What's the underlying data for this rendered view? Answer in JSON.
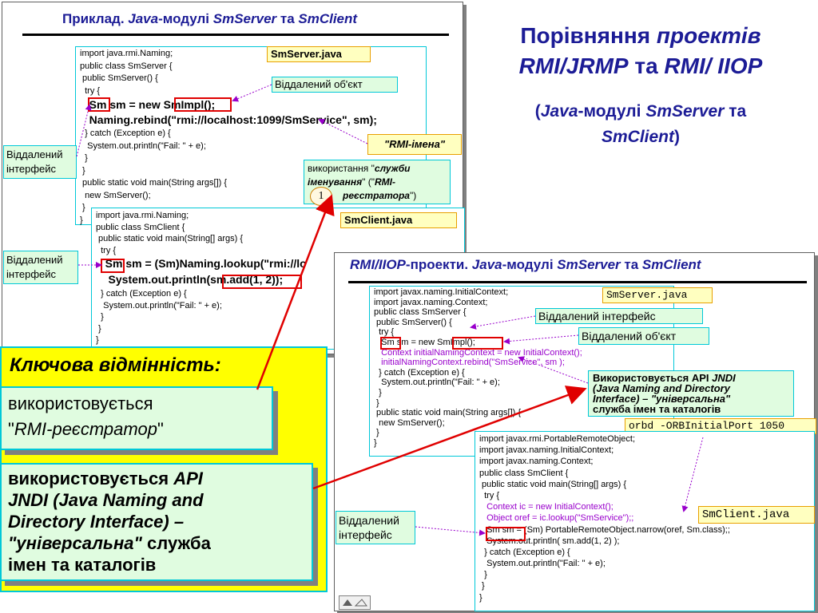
{
  "rmi_panel": {
    "title": {
      "prefix": "Приклад. ",
      "java": "Java",
      "mid": "-модулі ",
      "server": "SmServer",
      "and": " та ",
      "client": "SmClient"
    },
    "server_code": [
      "import java.rmi.Naming;",
      "public class SmServer {",
      " public SmServer() {",
      "  try {",
      "   Sm sm = new SmImpl();",
      "   Naming.rebind(\"rmi://localhost:1099/SmService\", sm);",
      "  } catch (Exception e) {",
      "   System.out.println(\"Fail: \" + e);",
      "  }",
      " }",
      " public static void main(String args[]) {",
      "  new SmServer();",
      " }",
      "}"
    ],
    "client_code": [
      "import java.rmi.Naming;",
      "public class SmClient {",
      " public static void main(String[] args) {",
      "  try {",
      "   Sm sm = (Sm)Naming.lookup(\"rmi://lo",
      "    System.out.println(sm.add(1, 2));",
      "  } catch (Exception e) {",
      "   System.out.println(\"Fail: \" + e);",
      "  }",
      " }",
      "}"
    ],
    "smserver_label": "SmServer.java",
    "smclient_label": "SmClient.java",
    "remote_object": "Віддалений об'єкт",
    "rmi_names": "\"RMI-імена\"",
    "remote_iface_1": [
      "Віддалений",
      "інтерфейс"
    ],
    "remote_iface_2": [
      "Віддалений",
      "інтерфейс"
    ],
    "naming_note": {
      "line1a": "використання \"",
      "line1b": "служби",
      "line2a": "іменування",
      "line2b": "\" (\"",
      "line2c": "RMI-",
      "line3": "реєстратора",
      "line3b": "\")"
    },
    "circle_num": "1"
  },
  "main_title": {
    "line1a": "Порівняння ",
    "line1b": "проектів",
    "line2a": "RMI/JRMP",
    "line2b": " та ",
    "line2c": "RMI/ IIOP",
    "sub1a": "(",
    "sub1b": "Java",
    "sub1c": "-модулі ",
    "sub1d": "SmServer",
    "sub1e": " та",
    "sub2a": "SmClient",
    "sub2b": ")"
  },
  "iiop_panel": {
    "title": {
      "a": "RMI/IIOP",
      "b": "-проекти. ",
      "c": "Java",
      "d": "-модулі ",
      "e": "SmServer",
      "f": " та ",
      "g": "SmClient"
    },
    "server_code": [
      "import javax.naming.InitialContext;",
      "import javax.naming.Context;",
      "public class SmServer {",
      " public SmServer() {",
      "  try {",
      "   Sm sm = new SmImpl();",
      "   Context initialNamingContext = new InitialContext();",
      "   initialNamingContext.rebind(\"SmService\", sm );",
      "  } catch (Exception e) {",
      "   System.out.println(\"Fail: \" + e);",
      "  }",
      " }",
      " public static void main(String args[]) {",
      "  new SmServer();",
      " }",
      "}"
    ],
    "client_code": [
      "import javax.rmi.PortableRemoteObject;",
      "import javax.naming.InitialContext;",
      "import javax.naming.Context;",
      "public class SmClient {",
      " public static void main(String[] args) {",
      "  try {",
      "   Context ic = new InitialContext();",
      "   Object oref = ic.lookup(\"SmService\");;",
      "   Sm sm = (Sm) PortableRemoteObject.narrow(oref, Sm.class);;",
      "   System.out.println( sm.add(1, 2) );",
      "  } catch (Exception e) {",
      "   System.out.println(\"Fail: \" + e);",
      "  }",
      " }",
      "}"
    ],
    "smserver_label": "SmServer.java",
    "smclient_label": "SmClient.java",
    "remote_iface": "Віддалений інтерфейс",
    "remote_object": "Віддалений об'єкт",
    "remote_iface_client": [
      "Віддалений",
      "інтерфейс"
    ],
    "api_note": [
      "Використовується API ",
      "JNDI",
      "(Java Naming and Directory",
      "Interface) – \"універсальна\"",
      "служба імен та каталогів"
    ],
    "orbd_cmd": "orbd -ORBInitialPort 1050"
  },
  "key_box": {
    "title": "Ключова відмінність:",
    "item1": {
      "line1": "використовується",
      "q1": "\"",
      "term": "RMI-реєстратор",
      "q2": "\""
    },
    "item2": {
      "a": "використовується ",
      "b": "API",
      "c": "JNDI (Java Naming and",
      "d": "Directory Interface) –",
      "e": "\"універсальна\"",
      "f": " служба",
      "g": "імен та каталогів"
    }
  },
  "colors": {
    "title_blue": "#1c1c96",
    "callout_green": "#e0fce0",
    "tag_yellow": "#ffffc0",
    "key_yellow": "#ffff00",
    "arrow_red": "#e00000",
    "purple": "#9900cc"
  }
}
